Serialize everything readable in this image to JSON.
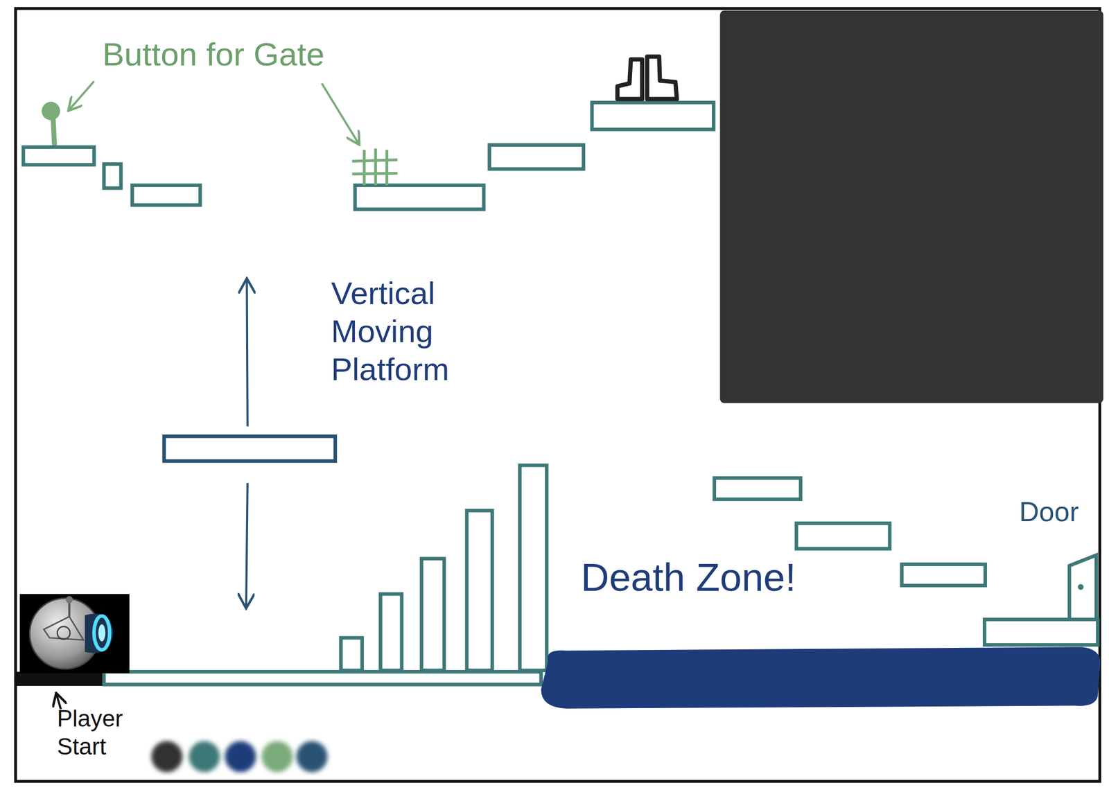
{
  "diagram": {
    "labels": [
      "Button for Gate",
      "Vertical Moving Platform",
      "Death Zone!",
      "Door",
      "Player Start"
    ]
  }
}
